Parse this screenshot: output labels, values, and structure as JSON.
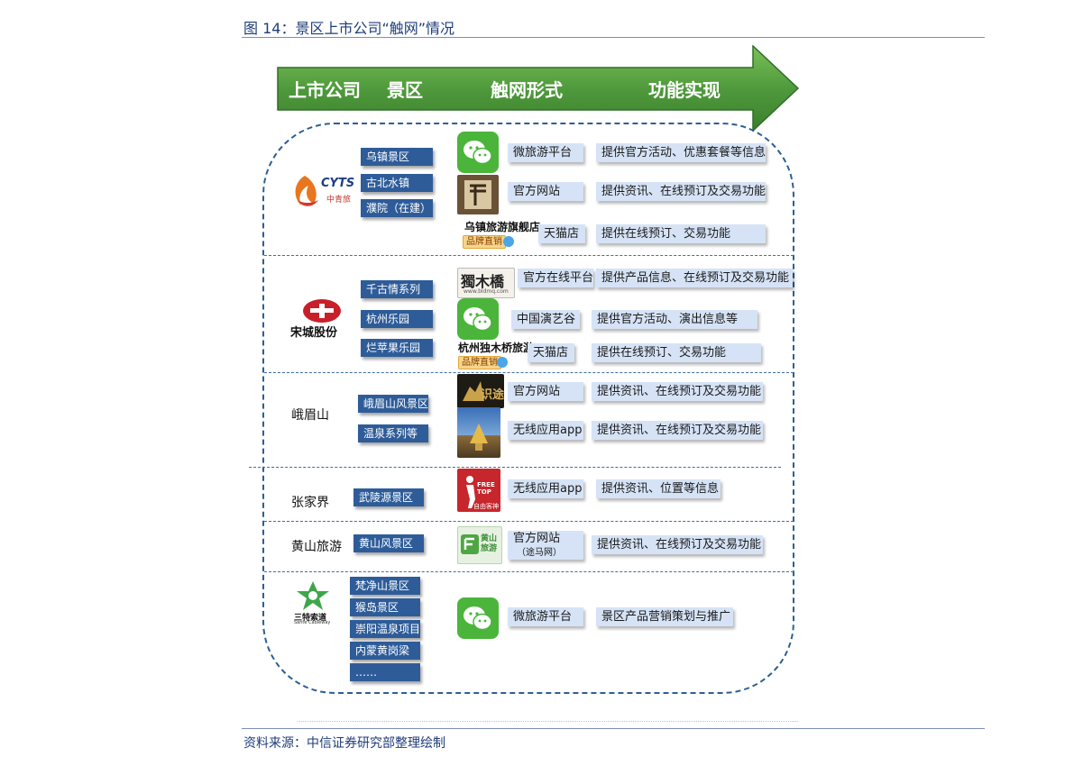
{
  "figure": {
    "title": "图 14：景区上市公司“触网”情况",
    "source": "资料来源：中信证券研究部整理绘制"
  },
  "header": {
    "col_company": "上市公司",
    "col_spot": "景区",
    "col_form": "触网形式",
    "col_function": "功能实现"
  },
  "groups": {
    "cyts": {
      "logo_text": "CYTS",
      "logo_sub": "中青旅",
      "spots": [
        "乌镇景区",
        "古北水镇",
        "濮院（在建）"
      ],
      "rows": [
        {
          "form": "微旅游平台",
          "function": "提供官方活动、优惠套餐等信息"
        },
        {
          "form": "官方网站",
          "function": "提供资讯、在线预订及交易功能"
        },
        {
          "form": "天猫店",
          "function": "提供在线预订、交易功能"
        }
      ],
      "store_name": "乌镇旅游旗舰店",
      "badge": "品牌直销"
    },
    "songcheng": {
      "logo_text": "宋城股份",
      "spots": [
        "千古情系列",
        "杭州乐园",
        "烂苹果乐园"
      ],
      "rows": [
        {
          "form": "官方在线平台",
          "function": "提供产品信息、在线预订及交易功能"
        },
        {
          "form": "中国演艺谷",
          "function": "提供官方活动、演出信息等"
        },
        {
          "form": "天猫店",
          "function": "提供在线预订、交易功能"
        }
      ],
      "icon_text": "獨木橋",
      "icon_sub": "www.bldmq.com",
      "store_name": "杭州独木桥旅游",
      "badge": "品牌直销"
    },
    "emeishan": {
      "company": "峨眉山",
      "spots": [
        "峨眉山风景区",
        "温泉系列等"
      ],
      "rows": [
        {
          "form": "官方网站",
          "function": "提供资讯、在线预订及交易功能"
        },
        {
          "form": "无线应用app",
          "function": "提供资讯、在线预订及交易功能"
        }
      ],
      "icon_text": "识途"
    },
    "zhangjiajie": {
      "company": "张家界",
      "spots": [
        "武陵源景区"
      ],
      "rows": [
        {
          "form": "无线应用app",
          "function": "提供资讯、位置等信息"
        }
      ],
      "icon_text": "FREE TOP",
      "icon_sub": "自由客神"
    },
    "huangshan": {
      "company": "黄山旅游",
      "spots": [
        "黄山风景区"
      ],
      "rows": [
        {
          "form": "官方网站",
          "form_sub": "（途马网）",
          "function": "提供资讯、在线预订及交易功能"
        }
      ],
      "icon_text": "黄山旅游"
    },
    "sante": {
      "logo_text": "三特索道",
      "logo_sub": "Sante Cableway",
      "spots": [
        "梵净山景区",
        "猴岛景区",
        "崇阳温泉项目",
        "内蒙黄岗梁",
        "……"
      ],
      "rows": [
        {
          "form": "微旅游平台",
          "function": "景区产品营销策划与推广"
        }
      ]
    }
  },
  "colors": {
    "arrow": "#4f9a3c",
    "spot_tag": "#2e5c99",
    "box": "#d6e3f6",
    "frame": "#2d5f92",
    "title": "#1f3d7a"
  }
}
